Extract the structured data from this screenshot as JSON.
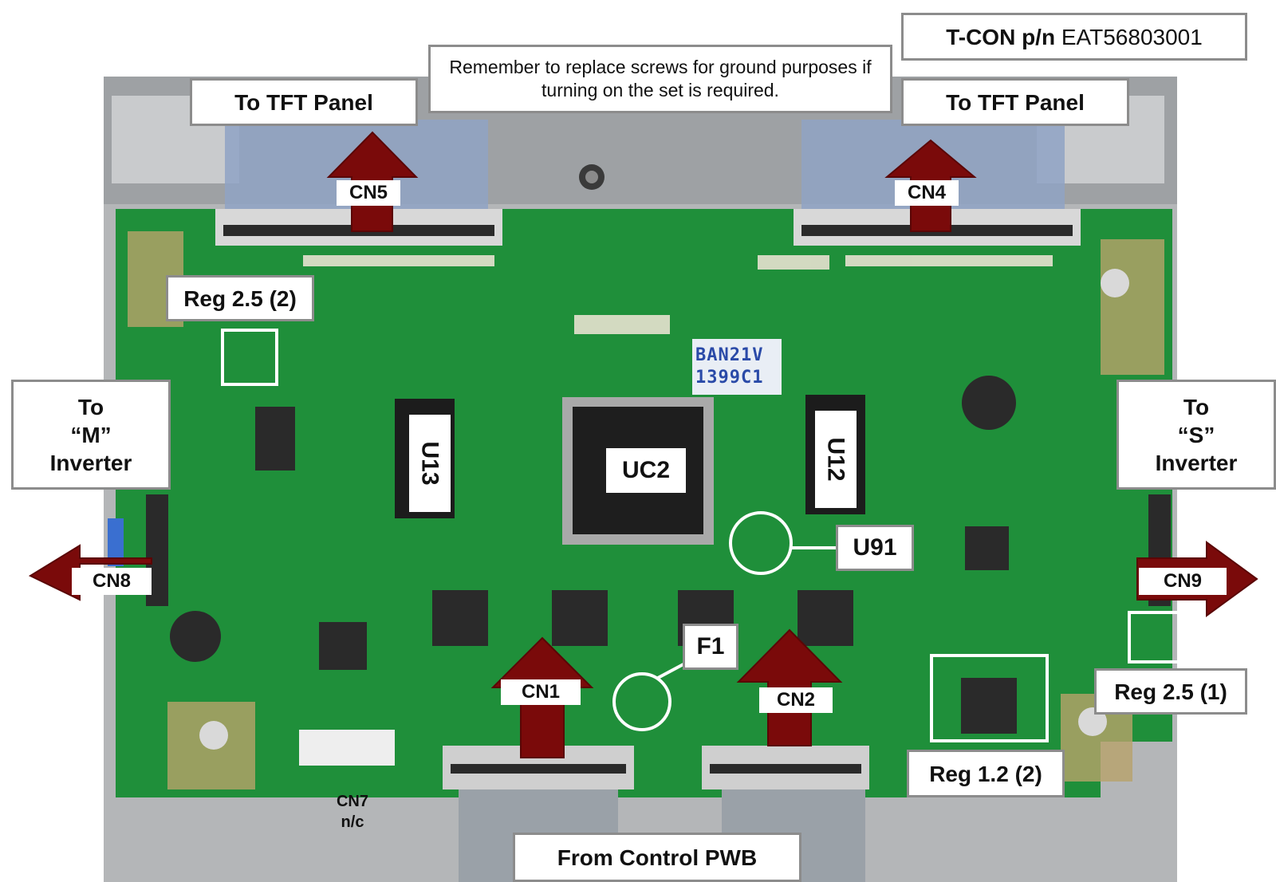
{
  "colors": {
    "pcb": "#1f8f3a",
    "arrow": "#7a0a0a",
    "callout_border": "#8c8c8c",
    "chassis": "#b7b9bb"
  },
  "title": {
    "label": "T-CON p/n",
    "value": "EAT56803001"
  },
  "note": "Remember to replace screws for ground purposes if turning on the set is required.",
  "callouts": {
    "tft_left": "To TFT Panel",
    "tft_right": "To TFT Panel",
    "m_inverter": "To\n“M”\nInverter",
    "s_inverter": "To\n“S”\nInverter",
    "reg25_2": "Reg 2.5 (2)",
    "reg25_1": "Reg 2.5 (1)",
    "reg12_2": "Reg 1.2 (2)",
    "control": "From Control PWB",
    "u91": "U91",
    "f1": "F1"
  },
  "connectors": {
    "cn5": "CN5",
    "cn4": "CN4",
    "cn8": "CN8",
    "cn9": "CN9",
    "cn1": "CN1",
    "cn2": "CN2",
    "cn7": "CN7\nn/c"
  },
  "chips": {
    "u13": "U13",
    "u12": "U12",
    "uc2": "UC2"
  },
  "board_marking": "BAN21V\n1399C1"
}
